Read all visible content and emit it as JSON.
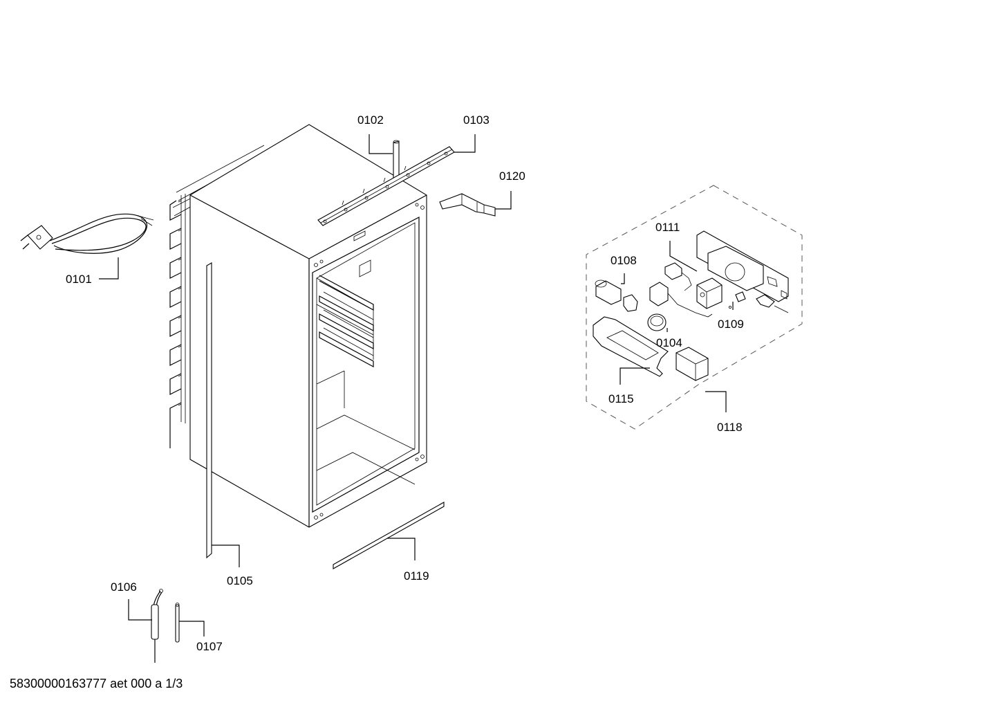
{
  "labels": {
    "p0101": "0101",
    "p0102": "0102",
    "p0103": "0103",
    "p0104": "0104",
    "p0105": "0105",
    "p0106": "0106",
    "p0107": "0107",
    "p0108": "0108",
    "p0109": "0109",
    "p0111": "0111",
    "p0115": "0115",
    "p0118": "0118",
    "p0119": "0119",
    "p0120": "0120"
  },
  "footer": "58300000163777 aet 000 a 1/3"
}
